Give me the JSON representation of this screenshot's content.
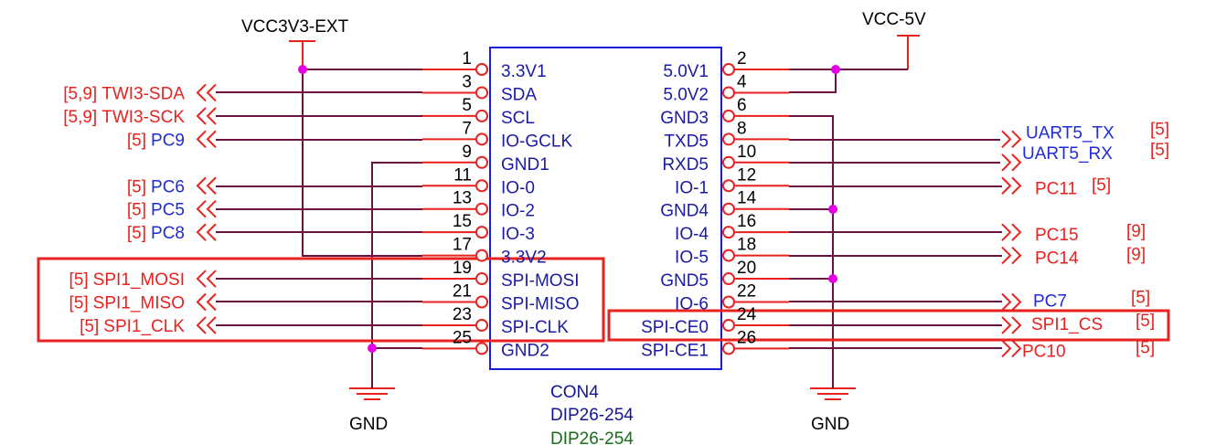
{
  "power": {
    "vcc3v3": "VCC3V3-EXT",
    "vcc5": "VCC-5V",
    "gnd_left": "GND",
    "gnd_right": "GND"
  },
  "component": {
    "name": "CON4",
    "value": "DIP26-254",
    "footprint": "DIP26-254"
  },
  "left_pins": [
    {
      "num": "1",
      "name": "3.3V1"
    },
    {
      "num": "3",
      "name": "SDA"
    },
    {
      "num": "5",
      "name": "SCL"
    },
    {
      "num": "7",
      "name": "IO-GCLK"
    },
    {
      "num": "9",
      "name": "GND1"
    },
    {
      "num": "11",
      "name": "IO-0"
    },
    {
      "num": "13",
      "name": "IO-2"
    },
    {
      "num": "15",
      "name": "IO-3"
    },
    {
      "num": "17",
      "name": "3.3V2"
    },
    {
      "num": "19",
      "name": "SPI-MOSI"
    },
    {
      "num": "21",
      "name": "SPI-MISO"
    },
    {
      "num": "23",
      "name": "SPI-CLK"
    },
    {
      "num": "25",
      "name": "GND2"
    }
  ],
  "right_pins": [
    {
      "num": "2",
      "name": "5.0V1"
    },
    {
      "num": "4",
      "name": "5.0V2"
    },
    {
      "num": "6",
      "name": "GND3"
    },
    {
      "num": "8",
      "name": "TXD5"
    },
    {
      "num": "10",
      "name": "RXD5"
    },
    {
      "num": "12",
      "name": "IO-1"
    },
    {
      "num": "14",
      "name": "GND4"
    },
    {
      "num": "16",
      "name": "IO-4"
    },
    {
      "num": "18",
      "name": "IO-5"
    },
    {
      "num": "20",
      "name": "GND5"
    },
    {
      "num": "22",
      "name": "IO-6"
    },
    {
      "num": "24",
      "name": "SPI-CE0"
    },
    {
      "num": "26",
      "name": "SPI-CE1"
    }
  ],
  "left_nets": [
    {
      "ref": "[5,9]",
      "name": "TWI3-SDA",
      "color": "#e8221f"
    },
    {
      "ref": "[5,9]",
      "name": "TWI3-SCK",
      "color": "#e8221f"
    },
    {
      "ref": "[5]",
      "name": "PC9",
      "color": "#1f2bd8"
    },
    {
      "ref": "[5]",
      "name": "PC6",
      "color": "#1f2bd8"
    },
    {
      "ref": "[5]",
      "name": "PC5",
      "color": "#1f2bd8"
    },
    {
      "ref": "[5]",
      "name": "PC8",
      "color": "#1f2bd8"
    },
    {
      "ref": "[5]",
      "name": "SPI1_MOSI",
      "color": "#e8221f"
    },
    {
      "ref": "[5]",
      "name": "SPI1_MISO",
      "color": "#e8221f"
    },
    {
      "ref": "[5]",
      "name": "SPI1_CLK",
      "color": "#e8221f"
    }
  ],
  "right_nets": [
    {
      "name": "UART5_TX",
      "ref": "[5]",
      "color": "#1f2bd8"
    },
    {
      "name": "UART5_RX",
      "ref": "[5]",
      "color": "#1f2bd8"
    },
    {
      "name": "PC11",
      "ref": "[5]",
      "color": "#e8221f"
    },
    {
      "name": "PC15",
      "ref": "[9]",
      "color": "#e8221f"
    },
    {
      "name": "PC14",
      "ref": "[9]",
      "color": "#e8221f"
    },
    {
      "name": "PC7",
      "ref": "[5]",
      "color": "#1f2bd8"
    },
    {
      "name": "SPI1_CS",
      "ref": "[5]",
      "color": "#e8221f"
    },
    {
      "name": "PC10",
      "ref": "[5]",
      "color": "#e8221f"
    }
  ]
}
